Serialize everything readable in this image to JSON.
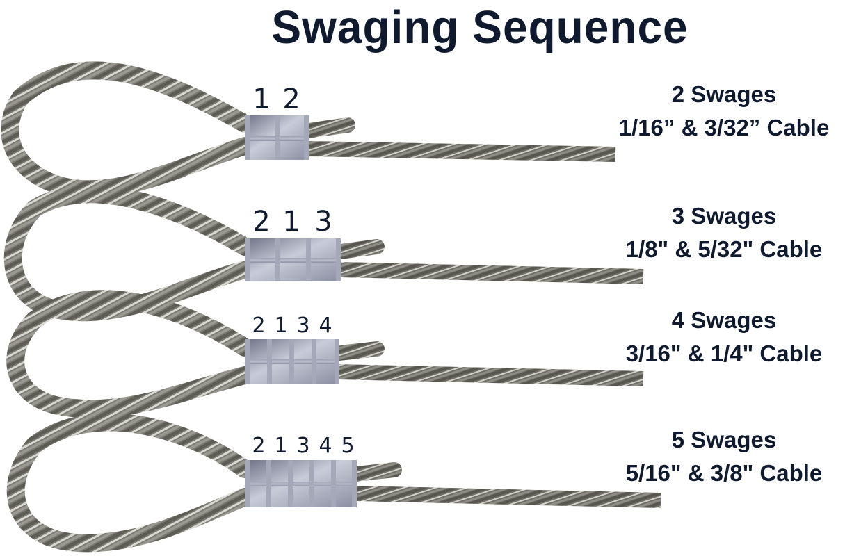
{
  "title": "Swaging Sequence",
  "colors": {
    "text": "#0f1a2e",
    "cable_dark": "#5f5e57",
    "cable_mid": "#8d8c85",
    "cable_light": "#e6e6e2",
    "sleeve_dark": "#7d8194",
    "sleeve_light": "#c9ccd8",
    "background": "#ffffff"
  },
  "rows": [
    {
      "swage_count_label": "2 Swages",
      "cable_sizes_label": "1/16” & 3/32” Cable",
      "sequence": [
        "1",
        "2"
      ]
    },
    {
      "swage_count_label": "3 Swages",
      "cable_sizes_label": "1/8\" & 5/32\" Cable",
      "sequence": [
        "2",
        "1",
        "3"
      ]
    },
    {
      "swage_count_label": "4 Swages",
      "cable_sizes_label": "3/16\" & 1/4\" Cable",
      "sequence": [
        "2",
        "1",
        "3",
        "4"
      ]
    },
    {
      "swage_count_label": "5 Swages",
      "cable_sizes_label": "5/16\" & 3/8\" Cable",
      "sequence": [
        "2",
        "1",
        "3",
        "4",
        "5"
      ]
    }
  ]
}
